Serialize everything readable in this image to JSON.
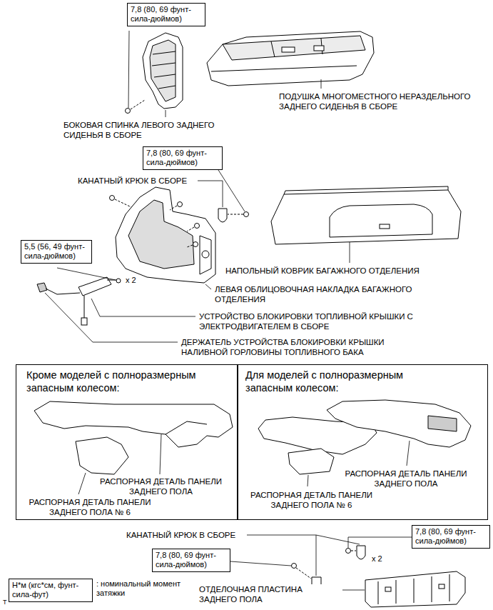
{
  "diagram": {
    "nodes": [
      {
        "text": [
          "7,8 (80, 69 фунт-сила-дюймов)"
        ]
      },
      {
        "text": [
          "7,8 (80, 69 фунт-сила-дюймов)"
        ]
      },
      {
        "text": [
          "5,5 (56, 49 фунт-сила-дюймов)"
        ]
      },
      {
        "text": [
          "Кроме моделей с полноразмерным запасным колесом:",
          "РАСПОРНАЯ ДЕТАЛЬ ПАНЕЛИ ЗАДНЕГО ПОЛА",
          "РАСПОРНАЯ ДЕТАЛЬ ПАНЕЛИ ЗАДНЕГО ПОЛА № 6"
        ]
      },
      {
        "text": [
          "Для моделей с полноразмерным запасным колесом:",
          "РАСПОРНАЯ ДЕТАЛЬ ПАНЕЛИ ЗАДНЕГО ПОЛА",
          "РАСПОРНАЯ ДЕТАЛЬ ПАНЕЛИ ЗАДНЕГО ПОЛА № 6"
        ]
      },
      {
        "text": [
          "7,8 (80, 69 фунт-сила-дюймов)"
        ]
      },
      {
        "text": [
          "7,8 (80, 69 фунт-сила-дюймов)"
        ]
      },
      {
        "text": [
          "Н*м (кгс*см, фунт-сила-фут)"
        ]
      }
    ],
    "labels": [
      "ПОДУШКА МНОГОМЕСТНОГО НЕРАЗДЕЛЬНОГО ЗАДНЕГО СИДЕНЬЯ В СБОРЕ",
      "БОКОВАЯ СПИНКА ЛЕВОГО ЗАДНЕГО СИДЕНЬЯ В СБОРЕ",
      "КАНАТНЫЙ КРЮК В СБОРЕ",
      "НАПОЛЬНЫЙ КОВРИК БАГАЖНОГО ОТДЕЛЕНИЯ",
      "x 2",
      "ЛЕВАЯ ОБЛИЦОВОЧНАЯ НАКЛАДКА БАГАЖНОГО ОТДЕЛЕНИЯ",
      "УСТРОЙСТВО БЛОКИРОВКИ ТОПЛИВНОЙ КРЫШКИ С ЭЛЕКТРОДВИГАТЕЛЕМ В СБОРЕ",
      "ДЕРЖАТЕЛЬ УСТРОЙСТВА БЛОКИРОВКИ КРЫШКИ НАЛИВНОЙ ГОРЛОВИНЫ ТОПЛИВНОГО БАКА",
      "КАНАТНЫЙ КРЮК В СБОРЕ",
      "x 2",
      ": номинальный момент затяжки",
      "ОТДЕЛОЧНАЯ ПЛАСТИНА ЗАДНЕГО ПОЛА",
      "T"
    ]
  }
}
